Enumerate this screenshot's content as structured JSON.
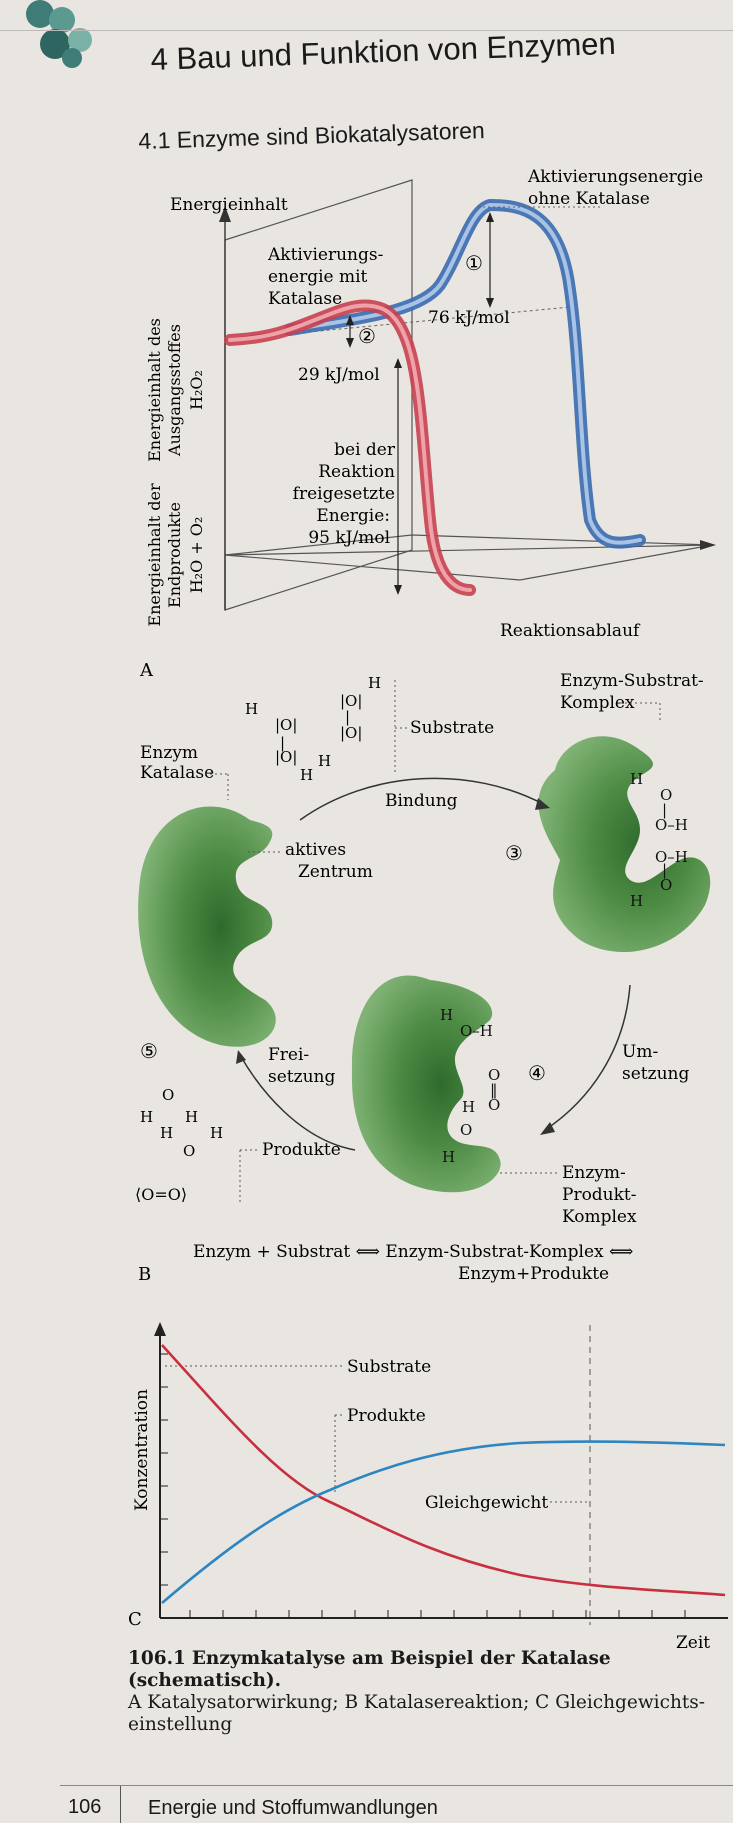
{
  "header": {
    "chapter_title": "4 Bau und Funktion von Enzymen",
    "section_title": "4.1 Enzyme sind Biokatalysatoren"
  },
  "figure_a": {
    "label": "A",
    "y_axis": "Energieinhalt",
    "x_axis": "Reaktionsablauf",
    "start_label_lines": [
      "Energieinhalt des",
      "Ausgangsstoffes",
      "H₂O₂"
    ],
    "end_label_lines": [
      "Energieinhalt der",
      "Endprodukte",
      "H₂O + O₂"
    ],
    "uncatalysed_lines": [
      "Aktivierungsenergie",
      "ohne Katalase"
    ],
    "catalysed_lines": [
      "Aktivierungs-",
      "energie mit",
      "Katalase"
    ],
    "marker_1": "①",
    "marker_2": "②",
    "value_uncatalysed": "76 kJ/mol",
    "value_catalysed": "29 kJ/mol",
    "released_lines": [
      "bei der",
      "Reaktion",
      "freigesetzte",
      "Energie:",
      "95 kJ/mol"
    ],
    "colors": {
      "catalysed": "#c8404f",
      "uncatalysed": "#3a6ab0"
    }
  },
  "figure_b": {
    "label": "B",
    "enzyme_lines": [
      "Enzym",
      "Katalase"
    ],
    "substrate": "Substrate",
    "complex_es_lines": [
      "Enzym-Substrat-",
      "Komplex"
    ],
    "binding": "Bindung",
    "active_site_lines": [
      "aktives",
      "Zentrum"
    ],
    "step_3": "③",
    "step_4": "④",
    "step_5": "⑤",
    "conversion_lines": [
      "Um-",
      "setzung"
    ],
    "release_lines": [
      "Frei-",
      "setzung"
    ],
    "products": "Produkte",
    "complex_ep_lines": [
      "Enzym-",
      "Produkt-",
      "Komplex"
    ],
    "equation_lines": [
      "Enzym + Substrat ⟺ Enzym-Substrat-Komplex ⟺",
      "Enzym+Produkte"
    ],
    "o2_molecule": "⟨O=O⟩",
    "enzyme_color": "#4e8c45"
  },
  "figure_c": {
    "label": "C",
    "y_axis": "Konzentration",
    "x_axis": "Zeit",
    "annotation_substrate": "Substrate",
    "annotation_products": "Produkte",
    "annotation_equilibrium": "Gleichgewicht",
    "colors": {
      "substrate": "#c8303f",
      "products": "#2e86c1"
    }
  },
  "caption": {
    "number": "106.1",
    "title": "Enzymkatalyse am Beispiel der Katalase (schematisch).",
    "parts": "A Katalysatorwirkung; B Katalasereaktion; C Gleichgewichts-einstellung"
  },
  "footer": {
    "page_number": "106",
    "chapter": "Energie und Stoffumwandlungen"
  }
}
